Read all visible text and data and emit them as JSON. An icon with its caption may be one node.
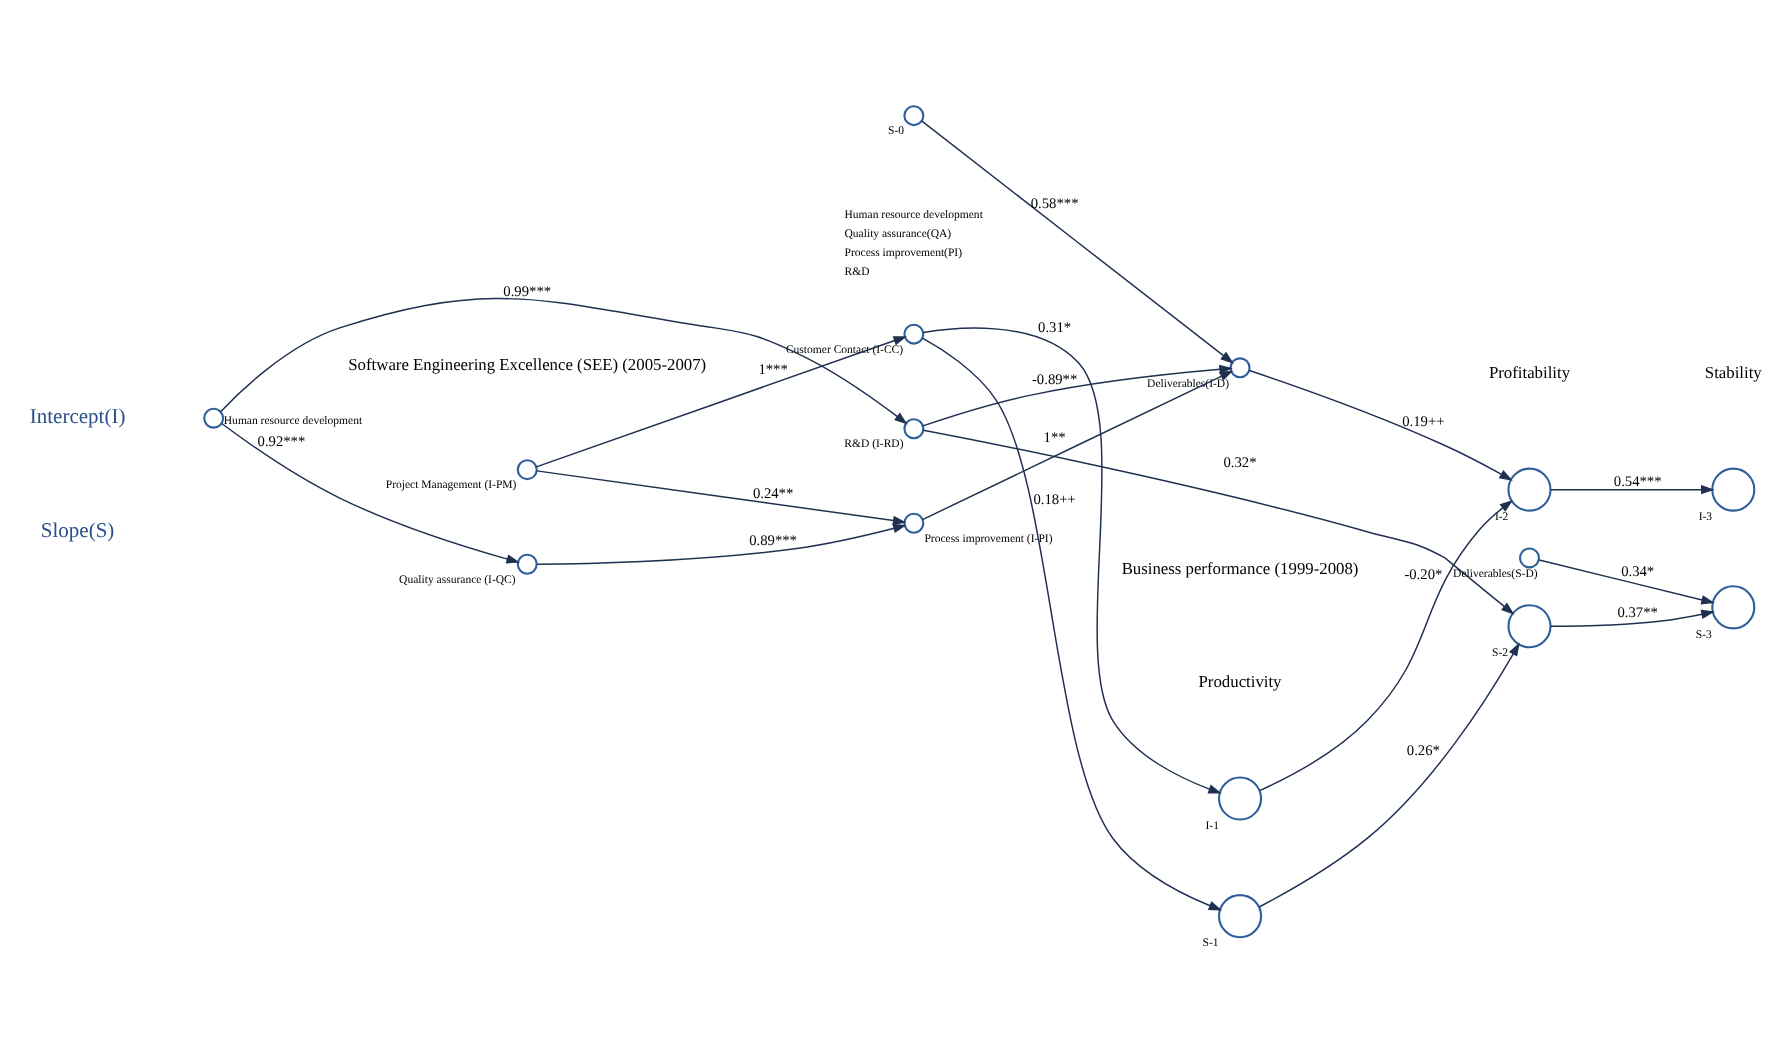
{
  "diagram": {
    "nodes": [
      {
        "text": [
          "Project Management (I-PM)"
        ]
      },
      {
        "text": [
          "Customer Contact (I-CC)"
        ]
      },
      {
        "text": [
          "Human resource development"
        ]
      },
      {
        "text": [
          "R&D (I-RD)"
        ]
      },
      {
        "text": [
          "Deliverables(I-D)"
        ]
      },
      {
        "text": [
          "Quality assurance (I-QC)"
        ]
      },
      {
        "text": [
          "Process improvement (I-PI)"
        ]
      },
      {
        "text": [
          "I-1"
        ]
      },
      {
        "text": [
          "I-2"
        ]
      },
      {
        "text": [
          "I-3"
        ]
      },
      {
        "text": [
          "S-0"
        ],
        "beside": [
          "Human resource development",
          "Quality assurance(QA)",
          "Process improvement(PI)",
          "R&D"
        ]
      },
      {
        "text": [
          "Deliverables(S-D)"
        ]
      },
      {
        "text": [
          "S-1"
        ]
      },
      {
        "text": [
          "S-2"
        ]
      },
      {
        "text": [
          "S-3"
        ]
      }
    ],
    "edges": [
      {
        "from": 0,
        "to": 1,
        "arrow": "to",
        "label": "1***"
      },
      {
        "from": 0,
        "to": 6,
        "arrow": "to",
        "label": "0.24**"
      },
      {
        "from": 2,
        "to": 3,
        "arrow": "to",
        "label": "0.99***"
      },
      {
        "from": 2,
        "to": 5,
        "arrow": "to",
        "label": "0.92***"
      },
      {
        "from": 5,
        "to": 6,
        "arrow": "to",
        "label": "0.89***"
      },
      {
        "from": 3,
        "to": 4,
        "arrow": "to",
        "label": "-0.89**"
      },
      {
        "from": 6,
        "to": 4,
        "arrow": "to",
        "label": "1**"
      },
      {
        "from": 10,
        "to": 4,
        "arrow": "to",
        "label": "0.58***"
      },
      {
        "from": 1,
        "to": 7,
        "arrow": "to",
        "label": "0.31*"
      },
      {
        "from": 1,
        "to": 12,
        "arrow": "to",
        "label": "0.18++"
      },
      {
        "from": 4,
        "to": 8,
        "arrow": "to",
        "label": "0.19++"
      },
      {
        "from": 3,
        "to": 13,
        "arrow": "to",
        "label": "0.32*"
      },
      {
        "from": 7,
        "to": 8,
        "arrow": "to",
        "label": "-0.20*"
      },
      {
        "from": 8,
        "to": 9,
        "arrow": "to",
        "label": "0.54***"
      },
      {
        "from": 12,
        "to": 13,
        "arrow": "to",
        "label": "0.26*"
      },
      {
        "from": 13,
        "to": 14,
        "arrow": "to",
        "label": "0.37**"
      },
      {
        "from": 11,
        "to": 14,
        "arrow": "to",
        "label": "0.34*"
      }
    ],
    "labels": [
      "Software Engineering Excellence (SEE) (2005-2007)",
      "Business performance (1999-2008)",
      "Intercept(I)",
      "Productivity",
      "Profitability",
      "Stability",
      "Slope(S)"
    ]
  }
}
